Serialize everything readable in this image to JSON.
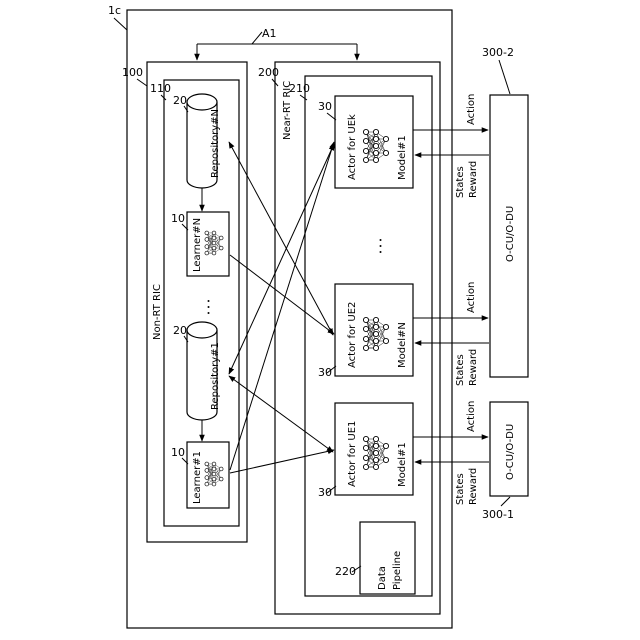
{
  "refs": {
    "system": "1c",
    "non_rt_outer": "100",
    "non_rt_inner": "110",
    "near_rt_outer": "200",
    "near_rt_inner": "210",
    "interface": "A1",
    "pipeline_ref": "220",
    "odu_1": "300-1",
    "odu_2": "300-2",
    "repository_ref": "20",
    "learner_ref": "10",
    "actor_ref": "30"
  },
  "non_rt_ric": {
    "label": "Non-RT RIC",
    "repository_top": "Repository#N",
    "learner_top": "Learner#N",
    "ellipsis": "･･･",
    "repository_bottom": "Repository#1",
    "learner_bottom": "Learner#1"
  },
  "near_rt_ric": {
    "label": "Near-RT RIC",
    "ellipsis": "･･･",
    "actors": [
      {
        "title": "Actor for UEk",
        "model": "Model#1"
      },
      {
        "title": "Actor for UE2",
        "model": "Model#N"
      },
      {
        "title": "Actor for UE1",
        "model": "Model#1"
      }
    ],
    "data_pipeline": "Data Pipeline"
  },
  "links": {
    "action": "Action",
    "states_reward": "States Reward",
    "states": "States",
    "reward": "Reward"
  },
  "odus": [
    {
      "label": "O-CU/O-DU"
    },
    {
      "label": "O-CU/O-DU"
    }
  ]
}
